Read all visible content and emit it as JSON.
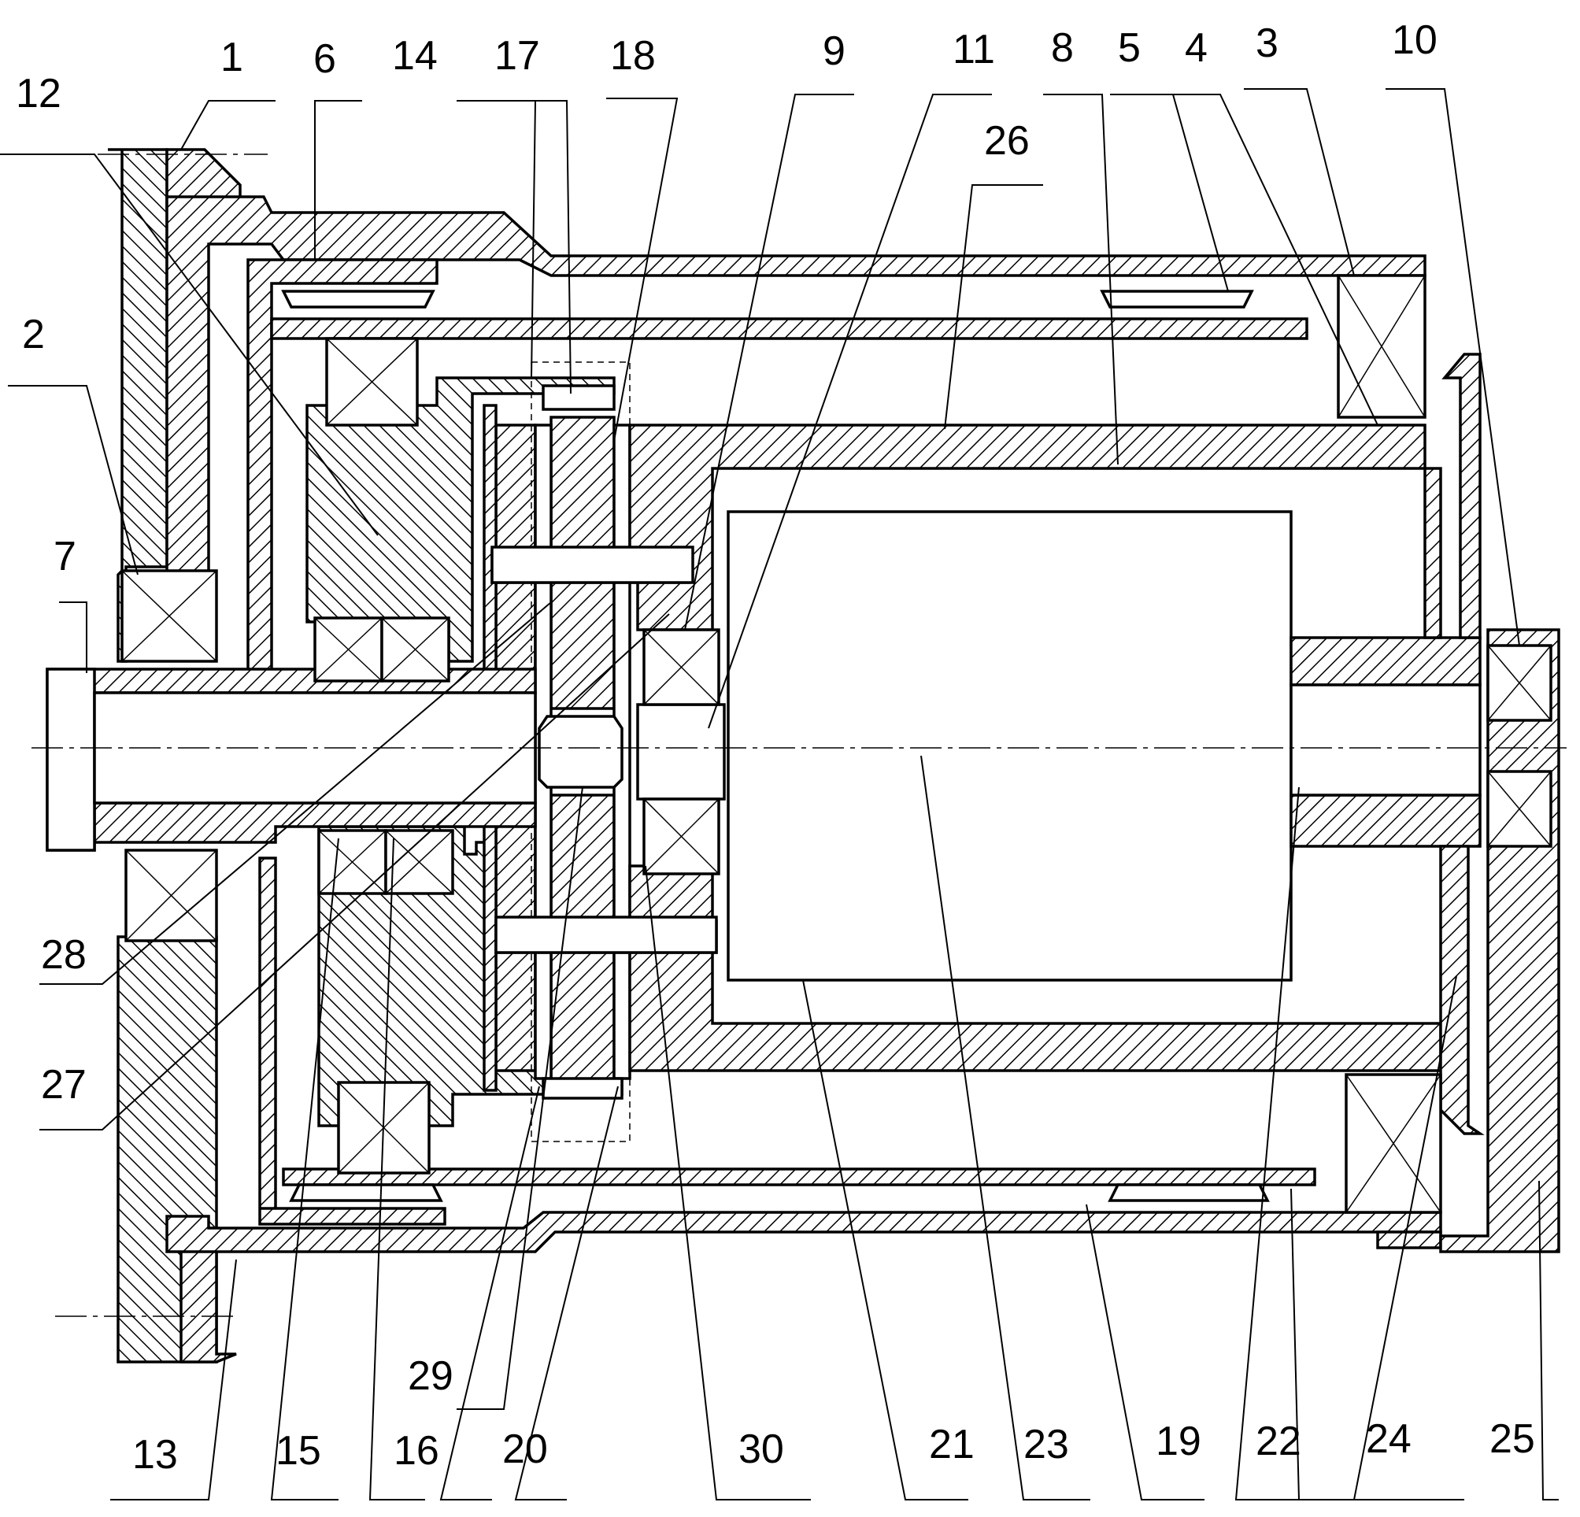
{
  "figure": {
    "labels_top": [
      "12",
      "1",
      "6",
      "14",
      "17",
      "18",
      "9",
      "11",
      "8",
      "5",
      "4",
      "3",
      "10",
      "26"
    ],
    "labels_left": [
      "2",
      "7",
      "28",
      "27"
    ],
    "labels_bottom": [
      "13",
      "15",
      "29",
      "16",
      "20",
      "30",
      "21",
      "23",
      "19",
      "22",
      "24",
      "25"
    ],
    "part_numbers": [
      "1",
      "2",
      "3",
      "4",
      "5",
      "6",
      "7",
      "8",
      "9",
      "10",
      "11",
      "12",
      "13",
      "14",
      "15",
      "16",
      "17",
      "18",
      "19",
      "20",
      "21",
      "22",
      "23",
      "24",
      "25",
      "26",
      "27",
      "28",
      "29",
      "30"
    ]
  }
}
